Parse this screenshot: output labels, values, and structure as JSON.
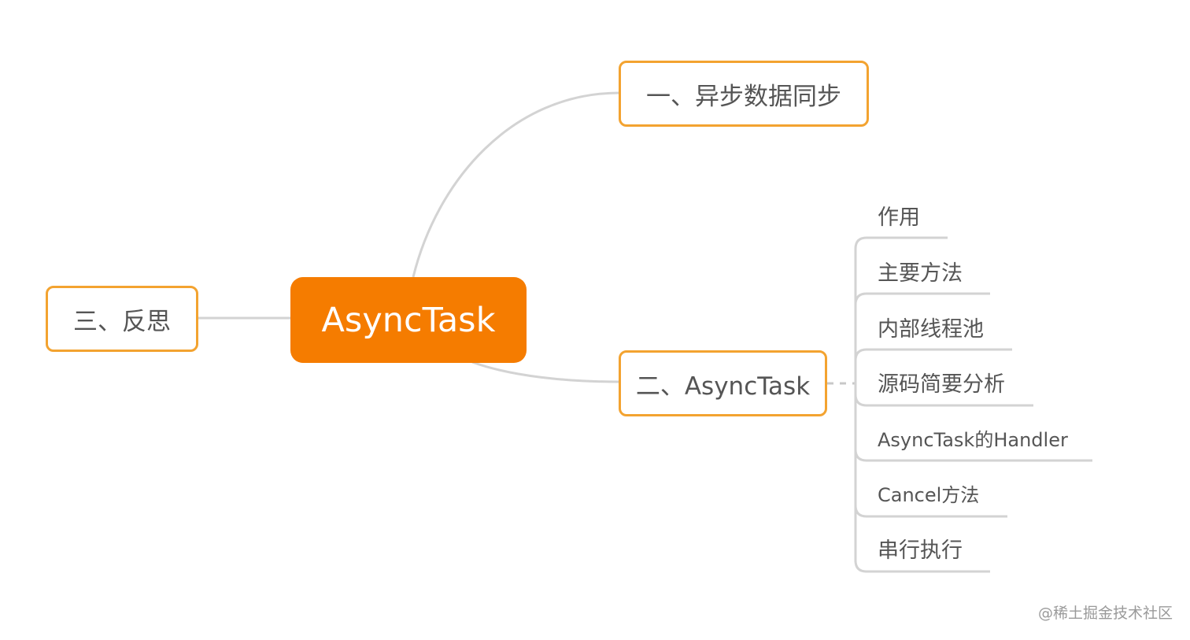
{
  "root": {
    "label": "AsyncTask"
  },
  "branches": {
    "sync": {
      "label": "一、异步数据同步"
    },
    "asynctask": {
      "label": "二、AsyncTask"
    },
    "reflection": {
      "label": "三、反思"
    }
  },
  "leaves": [
    {
      "label": "作用"
    },
    {
      "label": "主要方法"
    },
    {
      "label": "内部线程池"
    },
    {
      "label": "源码简要分析"
    },
    {
      "label": "AsyncTask的Handler"
    },
    {
      "label": "Cancel方法"
    },
    {
      "label": "串行执行"
    }
  ],
  "watermark": "@稀土掘金技术社区",
  "colors": {
    "root_fill": "#f57c00",
    "branch_border": "#f3a330",
    "connector": "#d3d3d3",
    "text": "#555555"
  }
}
